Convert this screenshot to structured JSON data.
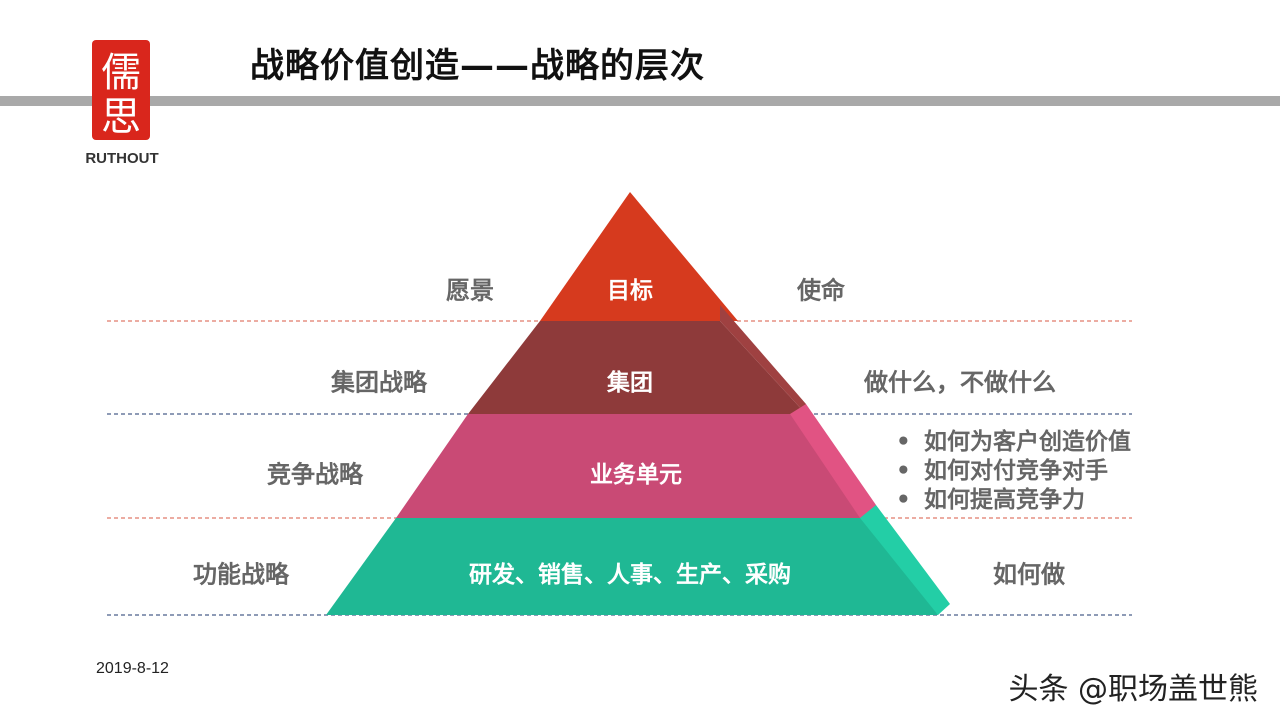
{
  "header": {
    "title": "战略价值创造——战略的层次"
  },
  "logo": {
    "icon": "seal-logo-icon",
    "glyphs": "儒思",
    "text": "RUTHOUT",
    "color": "#d9261c"
  },
  "pyramid": {
    "levels": [
      {
        "inner": "目标",
        "left": "愿景",
        "right": "使命",
        "color": "#d63a1e"
      },
      {
        "inner": "集团",
        "left": "集团战略",
        "right": "做什么，不做什么",
        "color": "#8e3a3a"
      },
      {
        "inner": "业务单元",
        "left": "竞争战略",
        "right_bullets": [
          "如何为客户创造价值",
          "如何对付竞争对手",
          "如何提高竞争力"
        ],
        "color": "#c94a75"
      },
      {
        "inner": "研发、销售、人事、生产、采购",
        "left": "功能战略",
        "right": "如何做",
        "color": "#1fb894"
      }
    ],
    "bullet_glyph": "•",
    "separator_colors": [
      "#e07a6a",
      "#4a5f8a",
      "#e07a6a",
      "#4a5f8a"
    ]
  },
  "footer": {
    "date": "2019-8-12",
    "watermark": "头条 @职场盖世熊"
  }
}
